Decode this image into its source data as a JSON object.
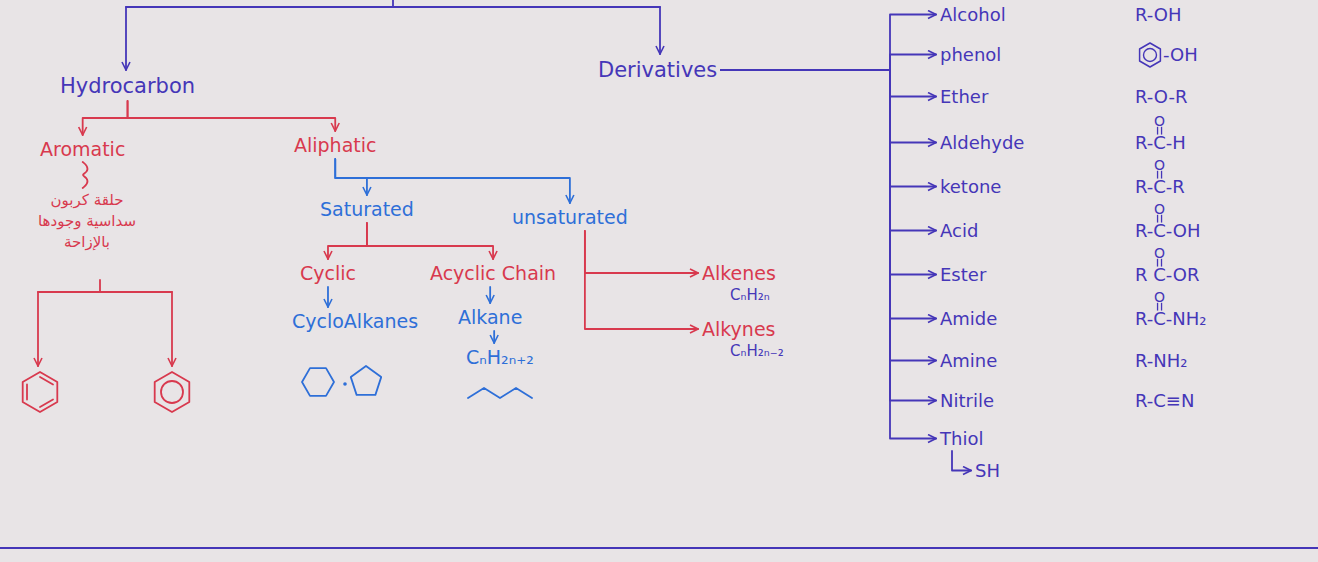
{
  "diagram": {
    "nodes": [
      {
        "text": [
          "Hydrocarbon"
        ]
      },
      {
        "text": [
          "Derivatives"
        ]
      },
      {
        "text": [
          "Aromatic"
        ]
      },
      {
        "text": [
          "Aliphatic"
        ]
      },
      {
        "text": [
          "حلقة كربون سداسية وجودها بالإزاحة"
        ]
      },
      {
        "text": [
          "Saturated"
        ]
      },
      {
        "text": [
          "unsaturated"
        ]
      },
      {
        "text": [
          "Cyclic"
        ]
      },
      {
        "text": [
          "Acyclic Chain"
        ]
      },
      {
        "text": [
          "Alkenes",
          "CₙH₂ₙ"
        ]
      },
      {
        "text": [
          "Alkynes",
          "CₙH₂ₙ₋₂"
        ]
      },
      {
        "text": [
          "CycloAlkanes"
        ]
      },
      {
        "text": [
          "Alkane"
        ]
      },
      {
        "text": [
          "CₙH₂ₙ₊₂"
        ]
      },
      {
        "text": [
          "Alcohol",
          "R-OH"
        ]
      },
      {
        "text": [
          "phenol",
          "-OH"
        ]
      },
      {
        "text": [
          "Ether",
          "R-O-R"
        ]
      },
      {
        "text": [
          "Aldehyde",
          "R-C-H",
          "O"
        ]
      },
      {
        "text": [
          "ketone",
          "R-C-R",
          "O"
        ]
      },
      {
        "text": [
          "Acid",
          "R-C-OH",
          "O"
        ]
      },
      {
        "text": [
          "Ester",
          "R C-OR",
          "O"
        ]
      },
      {
        "text": [
          "Amide",
          "R-C-NH₂",
          "O"
        ]
      },
      {
        "text": [
          "Amine",
          "R-NH₂"
        ]
      },
      {
        "text": [
          "Nitrile",
          "R-C≡N"
        ]
      },
      {
        "text": [
          "Thiol"
        ]
      },
      {
        "text": [
          "SH"
        ]
      }
    ],
    "edges": [
      {
        "from": 0,
        "to": 2,
        "arrow": "to"
      },
      {
        "from": 0,
        "to": 3,
        "arrow": "to"
      },
      {
        "from": 2,
        "to": 4,
        "arrow": "none"
      },
      {
        "from": 3,
        "to": 5,
        "arrow": "to"
      },
      {
        "from": 3,
        "to": 6,
        "arrow": "to"
      },
      {
        "from": 5,
        "to": 7,
        "arrow": "to"
      },
      {
        "from": 5,
        "to": 8,
        "arrow": "to"
      },
      {
        "from": 7,
        "to": 11,
        "arrow": "to"
      },
      {
        "from": 8,
        "to": 12,
        "arrow": "to"
      },
      {
        "from": 12,
        "to": 13,
        "arrow": "to"
      },
      {
        "from": 6,
        "to": 9,
        "arrow": "to"
      },
      {
        "from": 6,
        "to": 10,
        "arrow": "to"
      },
      {
        "from": 1,
        "to": 14,
        "arrow": "to"
      },
      {
        "from": 1,
        "to": 15,
        "arrow": "to"
      },
      {
        "from": 1,
        "to": 16,
        "arrow": "to"
      },
      {
        "from": 1,
        "to": 17,
        "arrow": "to"
      },
      {
        "from": 1,
        "to": 18,
        "arrow": "to"
      },
      {
        "from": 1,
        "to": 19,
        "arrow": "to"
      },
      {
        "from": 1,
        "to": 20,
        "arrow": "to"
      },
      {
        "from": 1,
        "to": 21,
        "arrow": "to"
      },
      {
        "from": 1,
        "to": 22,
        "arrow": "to"
      },
      {
        "from": 1,
        "to": 23,
        "arrow": "to"
      },
      {
        "from": 1,
        "to": 24,
        "arrow": "to"
      },
      {
        "from": 24,
        "to": 25,
        "arrow": "to"
      }
    ]
  }
}
